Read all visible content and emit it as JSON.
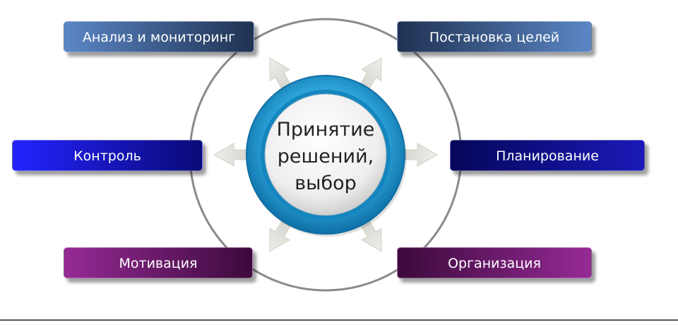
{
  "center": {
    "label": "Принятие\nрешений,\nвыбор"
  },
  "nodes": [
    {
      "id": "analysis",
      "label": "Анализ и мониторинг",
      "color_from": "#5b86c5",
      "color_to": "#1f3252"
    },
    {
      "id": "goals",
      "label": "Постановка  целей",
      "color_from": "#1f3252",
      "color_to": "#5b86c5"
    },
    {
      "id": "control",
      "label": "Контроль",
      "color_from": "#2323ff",
      "color_to": "#0a0a78"
    },
    {
      "id": "planning",
      "label": "Планирование",
      "color_from": "#06065a",
      "color_to": "#1a1ab8"
    },
    {
      "id": "motivation",
      "label": "Мотивация",
      "color_from": "#962a96",
      "color_to": "#3c0a3c"
    },
    {
      "id": "organization",
      "label": "Организация",
      "color_from": "#3c0a3c",
      "color_to": "#962a96"
    }
  ],
  "colors": {
    "outer_circle": "#8a8a8a",
    "ring_outer": "#1e8fc2",
    "ring_inner": "#0f6fa3",
    "hub_face": "#f2f2f2",
    "arrow": "#d9d9d4"
  }
}
